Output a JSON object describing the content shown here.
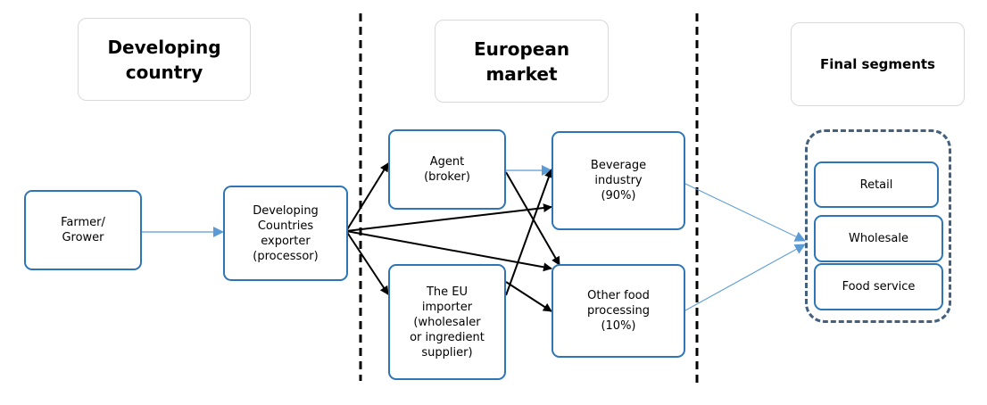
{
  "headers": {
    "developing": "Developing\ncountry",
    "european": "European\nmarket",
    "final": "Final segments"
  },
  "nodes": {
    "farmer": "Farmer/\nGrower",
    "exporter": "Developing\nCountries\nexporter\n(processor)",
    "agent": "Agent\n(broker)",
    "importer": "The EU\nimporter\n(wholesaler\nor ingredient\nsupplier)",
    "beverage": "Beverage\nindustry\n(90%)",
    "other_food": "Other food\nprocessing\n(10%)",
    "retail": "Retail",
    "wholesale": "Wholesale",
    "food_service": "Food service"
  },
  "colors": {
    "node_border": "#2e75b6",
    "header_border": "#d9d9d9",
    "group_border": "#44607f",
    "blue_arrow": "#5b9bd5",
    "black_arrow": "#000000",
    "divider": "#000000"
  }
}
